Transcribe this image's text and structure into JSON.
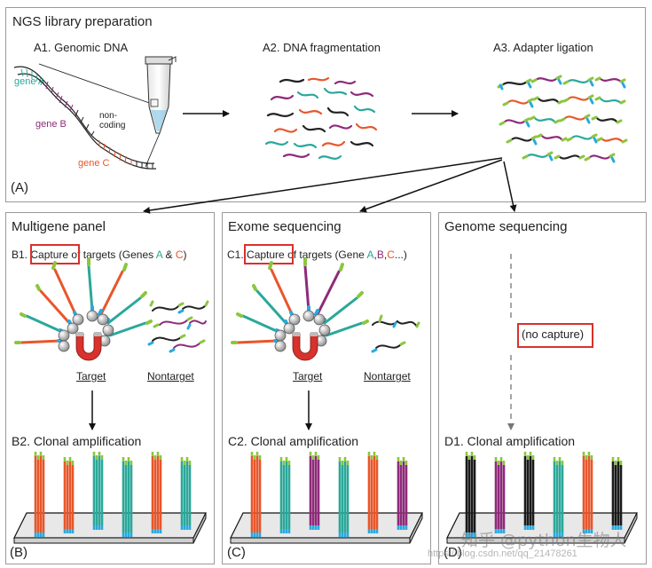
{
  "top": {
    "title": "NGS library preparation",
    "a1": "A1. Genomic DNA",
    "a2": "A2. DNA fragmentation",
    "a3": "A3. Adapter ligation",
    "gene_a": "gene A",
    "gene_b": "gene B",
    "gene_c": "gene C",
    "noncoding": "non-\ncoding",
    "letter": "(A)"
  },
  "panel_b": {
    "title": "Multigene panel",
    "step1_prefix": "B1.",
    "step1_boxed": "Capture",
    "step1_rest": "of targets (Genes",
    "gene_a": "A",
    "amp": "&",
    "gene_c": "C",
    "close": ")",
    "target": "Target",
    "nontarget": "Nontarget",
    "step2": "B2. Clonal amplification",
    "letter": "(B)"
  },
  "panel_c": {
    "title": "Exome sequencing",
    "step1_prefix": "C1.",
    "step1_boxed": "Capture",
    "step1_rest": "of targets (Gene",
    "gene_a": "A",
    "gene_b": "B",
    "gene_c": "C",
    "ellipsis": "...)",
    "target": "Target",
    "nontarget": "Nontarget",
    "step2": "C2. Clonal amplification",
    "letter": "(C)"
  },
  "panel_d": {
    "title": "Genome sequencing",
    "no_capture": "(no capture)",
    "step1": "D1. Clonal amplification",
    "letter": "(D)"
  },
  "watermark": {
    "text1": "知乎 @python生物人",
    "text2": "https://blog.csdn.net/qq_21478261"
  },
  "colors": {
    "teal": "#2aa89a",
    "purple": "#8e2a7a",
    "orange": "#e8562a",
    "black": "#1a1a1a",
    "green": "#8cc63f",
    "blue": "#29a9e0",
    "red_box": "#d9312c"
  }
}
